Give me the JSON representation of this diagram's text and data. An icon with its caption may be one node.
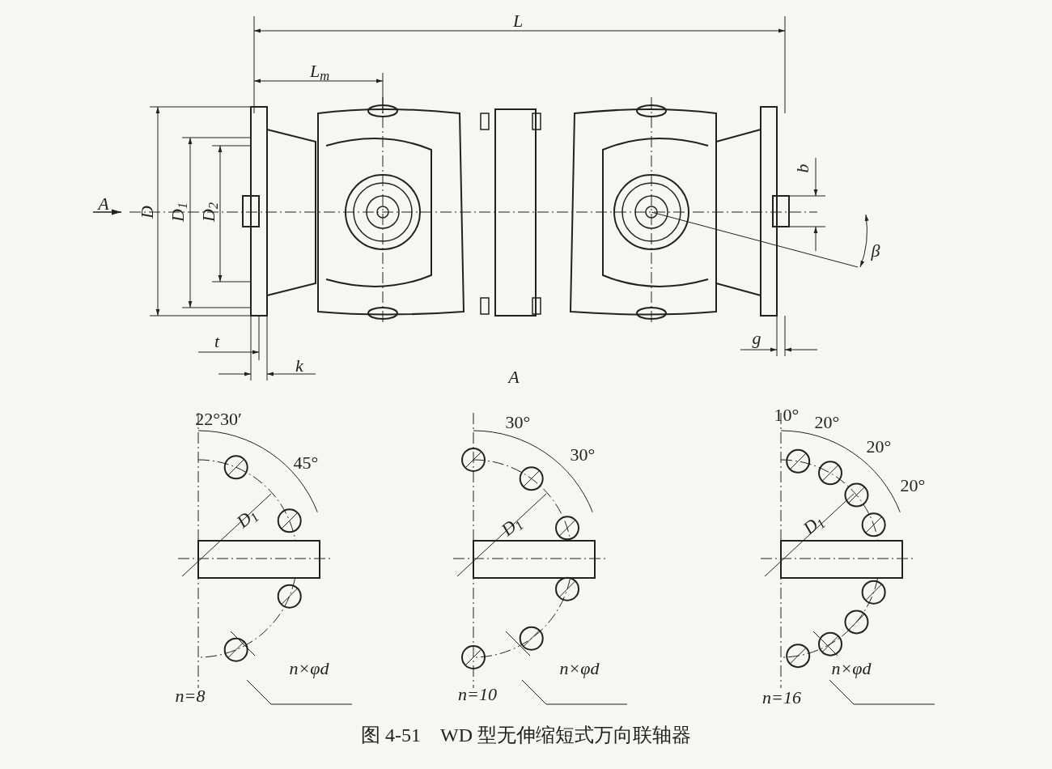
{
  "diagram": {
    "caption": "图 4-51　WD 型无伸缩短式万向联轴器",
    "labels": [
      "L",
      "L$_{m}$",
      "A",
      "D",
      "D$_{1}$",
      "D$_{2}$",
      "b",
      "β",
      "t",
      "k",
      "g",
      "A",
      "22°30′",
      "45°",
      "D$_{1}$",
      "n×φd",
      "n=8",
      "30°",
      "30°",
      "D$_{1}$",
      "n×φd",
      "n=10",
      "10°",
      "20°",
      "20°",
      "20°",
      "D$_{1}$",
      "n×φd",
      "n=16"
    ]
  }
}
